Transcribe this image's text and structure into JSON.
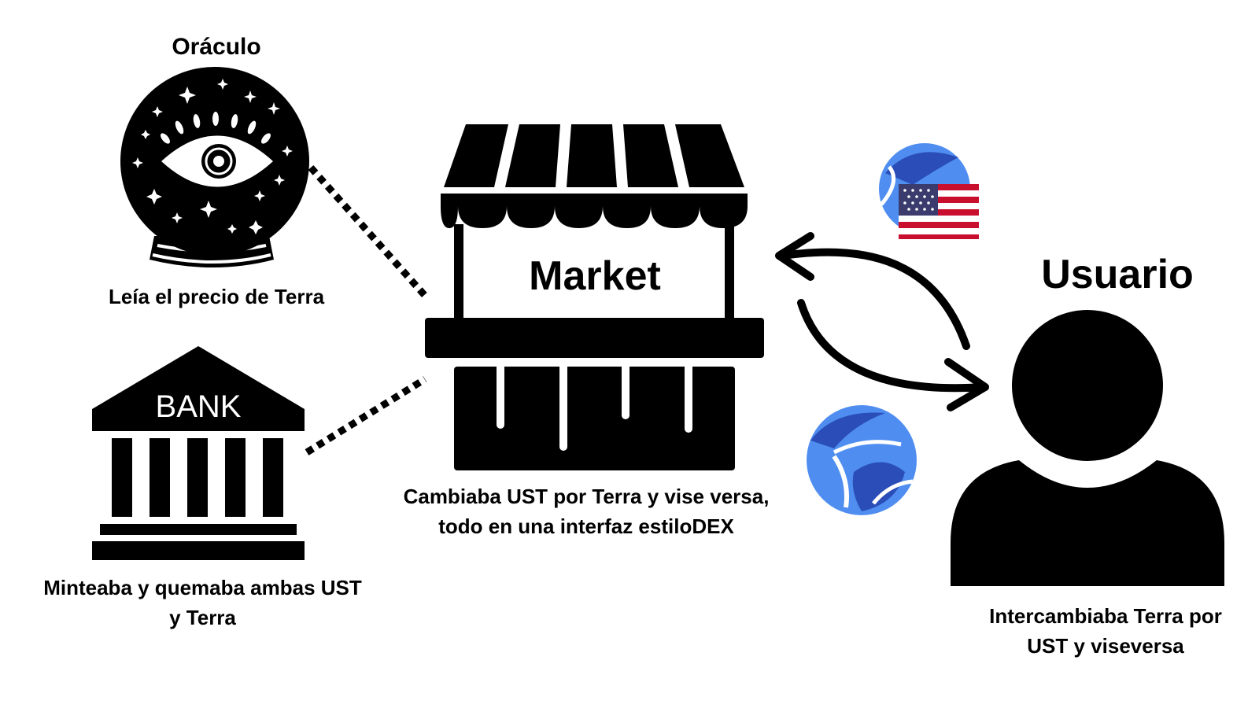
{
  "oracle": {
    "title": "Oráculo",
    "description": "Leía el precio de Terra",
    "icon": "crystal-ball-eye-icon"
  },
  "bank": {
    "sign": "BANK",
    "description_line1": "Minteaba y quemaba ambas UST",
    "description_line2": "y Terra",
    "icon": "bank-building-icon"
  },
  "market": {
    "sign": "Market",
    "description_line1": "Cambiaba UST por Terra y vise versa,",
    "description_line2": "todo en una interfaz estiloDEX",
    "icon": "market-stall-icon"
  },
  "user": {
    "title": "Usuario",
    "description_line1": "Intercambiaba Terra por",
    "description_line2": "UST y viseversa",
    "icon": "user-silhouette-icon"
  },
  "tokens": {
    "ust_icon": "ust-flag-coin-icon",
    "luna_icon": "terra-luna-coin-icon"
  },
  "colors": {
    "ink": "#000000",
    "terra_blue": "#4f8ef0",
    "terra_dark": "#2a4db8",
    "flag_red": "#c8102e",
    "flag_blue": "#3c3b6e"
  }
}
